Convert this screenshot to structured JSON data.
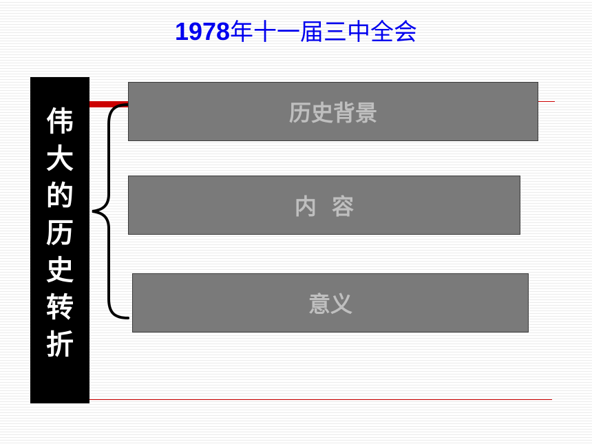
{
  "title": {
    "year": "1978",
    "text": "年十一届三中全会"
  },
  "side_label": {
    "chars": [
      "伟",
      "大",
      "的",
      "历",
      "史",
      "转",
      "折"
    ]
  },
  "boxes": [
    {
      "label": "历史背景"
    },
    {
      "label": "内  容"
    },
    {
      "label": "意义"
    }
  ],
  "colors": {
    "title": "#0000ee",
    "side_bar": "#000000",
    "box_fill": "#7a7a7a",
    "box_text": "#bfbfbf",
    "accent_red": "#cc0000"
  }
}
